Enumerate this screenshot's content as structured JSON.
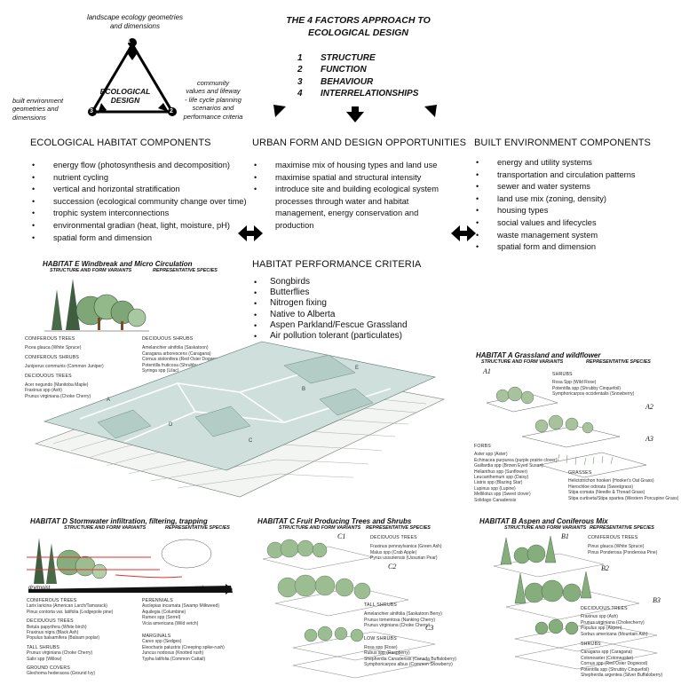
{
  "title": [
    "THE 4 FACTORS APPROACH TO",
    "ECOLOGICAL DESIGN"
  ],
  "factors": [
    {
      "num": "1",
      "label": "STRUCTURE"
    },
    {
      "num": "2",
      "label": "FUNCTION"
    },
    {
      "num": "3",
      "label": "BEHAVIOUR"
    },
    {
      "num": "4",
      "label": "INTERRELATIONSHIPS"
    }
  ],
  "triangle": {
    "center": [
      "ECOLOGICAL",
      "DESIGN"
    ],
    "top": [
      "landscape ecology geometries",
      "and dimensions"
    ],
    "right": [
      "community",
      "values and lifeway",
      "- life cycle planning",
      "scenarios and",
      "performance criteria"
    ],
    "left": [
      "built environment",
      "geometries and",
      "dimensions"
    ],
    "n1": "1",
    "n2": "2",
    "n3": "3"
  },
  "columns": [
    {
      "heading": "ECOLOGICAL HABITAT COMPONENTS",
      "items": [
        "energy flow (photosynthesis and decomposition)",
        "nutrient cycling",
        "vertical and horizontal stratification",
        "succession (ecological community change over time)",
        "trophic system interconnections",
        "environmental gradian (heat, light, moisture, pH)",
        "spatial form and dimension"
      ]
    },
    {
      "heading": "URBAN FORM AND DESIGN OPPORTUNITIES",
      "items": [
        "maximise mix of housing types and land use",
        "maximise spatial and structural intensity",
        "introduce site and building ecological system processes through water and habitat management, energy conservation and production"
      ]
    },
    {
      "heading": "BUILT ENVIRONMENT COMPONENTS",
      "items": [
        "energy and utility systems",
        "transportation and circulation patterns",
        "sewer and water systems",
        "land use mix (zoning, density)",
        "housing types",
        "social values and lifecycles",
        "waste management system",
        "spatial form and dimension"
      ]
    }
  ],
  "performance": {
    "heading": "HABITAT PERFORMANCE CRITERIA",
    "items": [
      "Songbirds",
      "Butterflies",
      "Nitrogen fixing",
      "Native to Alberta",
      "Aspen Parkland/Fescue Grassland",
      "Air pollution tolerant (particulates)"
    ]
  },
  "habitats": {
    "E": {
      "title": "HABITAT E   Windbreak and Micro Circulation",
      "sub1": "STRUCTURE AND FORM VARIANTS",
      "sub2": "REPRESENTATIVE SPECIES",
      "conifers_h": "CONIFEROUS TREES",
      "conifers": [
        "Picea glauca (White Spruce)"
      ],
      "cshrubs_h": "CONIFEROUS SHRUBS",
      "cshrubs": [
        "Juniperus communis (Common Juniper)"
      ],
      "dtrees_h": "DECIDUOUS TREES",
      "dtrees": [
        "Acer negundo (Manitoba Maple)",
        "Fraxinus spp (Ash)",
        "Prunus virginiana (Choke Cherry)"
      ],
      "dshrubs_h": "DECIDUOUS SHRUBS",
      "dshrubs": [
        "Amelanchier alnifolia (Saskatoon)",
        "Caragana arborescens (Caragana)",
        "Cornus stolonifera (Red Osier Dogwood)",
        "Potentilla fruticosa (Shrubby cinquefoil)",
        "Syringa spp (Lilac)"
      ]
    },
    "A": {
      "title": "HABITAT A    Grassland and wildflower",
      "sub1": "STRUCTURE AND FORM VARIANTS",
      "sub2": "REPRESENTATIVE SPECIES",
      "v1": "A1",
      "v2": "A2",
      "v3": "A3",
      "shrubs_h": "SHRUBS",
      "shrubs": [
        "Rosa Spp (Wild Rose)",
        "Potentilla spp (Shrubby Cinquefoil)",
        "Symphoricarpos occidentalis (Snowberry)"
      ],
      "forbs_h": "FORBS",
      "forbs": [
        "Aster spp (Aster)",
        "Echinacea purpurea (purple prairie clover)",
        "Gaillardia spp (Brown Eyed Susan)",
        "Helianthus spp (Sunflower)",
        "Leucanthemum spp (Daisy)",
        "Liatris spp (Blazing Star)",
        "Lupinus spp (Lupine)",
        "Mellilotus spp (Sweet clover)",
        "Solidago Canadensis"
      ],
      "grasses_h": "GRASSES",
      "grasses": [
        "Helictotrichon hookeri (Hooker's Oat Grass)",
        "Hierochloe odorata (Sweetgrass)",
        "Stipa comata (Needle & Thread Grass)",
        "Stipa curtiseta/Stipa spartea (Western Porcupine Grass)"
      ]
    },
    "D": {
      "title": "HABITAT D   Stormwater infiltration, filtering, trapping",
      "sub1": "STRUCTURE AND FORM VARIANTS",
      "sub2": "REPRESENTATIVE SPECIES",
      "dry": "dry/moist",
      "wet": "wet",
      "conifers_h": "CONIFEROUS TREES",
      "conifers": [
        "Larix laricina (American Larch/Tamarack)",
        "Pinus contorta var. latifolia (Lodgepole pine)"
      ],
      "dtrees_h": "DECIDUOUS TREES",
      "dtrees": [
        "Betula papyrifera (White birch)",
        "Fraxinus nigra (Black Ash)",
        "Populus balsamifera (Balsam poplar)"
      ],
      "tshrubs_h": "TALL SHRUBS",
      "tshrubs": [
        "Prunus virginiana (Choke Cherry)",
        "Salix spp (Willow)"
      ],
      "gc_h": "GROUND COVERS",
      "gc": [
        "Glechoma hederacea (Ground Ivy)"
      ],
      "per_h": "PERENNIALS",
      "per": [
        "Asclepias incarnata (Swamp Milkweed)",
        "Aquilegia (Columbine)",
        "Rumex spp (Sorrel)",
        "Vicia americana (Wild vetch)"
      ],
      "mar_h": "MARGINALS",
      "mar": [
        "Carex spp (Sedges)",
        "Eleocharis palustris (Creeping spike-rush)",
        "Juncus nodosus (Knotted rush)",
        "Typha latifolia (Common Cattail)"
      ]
    },
    "C": {
      "title": "HABITAT C   Fruit Producing Trees and Shrubs",
      "sub1": "STRUCTURE AND FORM VARIANTS",
      "sub2": "REPRESENTATIVE SPECIES",
      "v1": "C1",
      "v2": "C2",
      "v3": "C3",
      "dtrees_h": "DECIDUOUS TREES",
      "dtrees": [
        "Fraxinus pennsylvanica (Green Ash)",
        "Malus spp (Crab Apple)",
        "Pyrus ussuriensis (Ussurian Pear)"
      ],
      "tshrubs_h": "TALL SHRUBS",
      "tshrubs": [
        "Amelanchier alnifolia (Saskatoon Berry)",
        "Prunus tomentosa (Nanking Cherry)",
        "Prunus virginiana (Choke Cherry)"
      ],
      "lshrubs_h": "LOW SHRUBS",
      "lshrubs": [
        "Rosa spp (Rose)",
        "Rubus spp (Raspberry)",
        "Shepherdia Canadensis (Canada Buffaloberry)",
        "Symphoricarpos albus (Common Snowberry)"
      ]
    },
    "B": {
      "title": "HABITAT B   Aspen and Coniferous Mix",
      "sub1": "STRUCTURE AND FORM VARIANTS",
      "sub2": "REPRESENTATIVE SPECIES",
      "v1": "B1",
      "v2": "B2",
      "v3": "B3",
      "conifers_h": "CONIFEROUS TREES",
      "conifers": [
        "Pinus glauca (White Spruce)",
        "Pinus Ponderosa (Ponderosa Pine)"
      ],
      "dtrees_h": "DECIDUOUS TREES",
      "dtrees": [
        "Fraxinus spp (Ash)",
        "Prunus virginiana (Chokecherry)",
        "Populus spp (Aspen)",
        "Sorbus americana (Mountain Ash)"
      ],
      "shrubs_h": "SHRUBS",
      "shrubs": [
        "Caragana spp (Caragana)",
        "Cotoneaster (Cotoneaster)",
        "Cornus spp (Red Osier Dogwood)",
        "Potentilla spp (Shrubby Cinquefoil)",
        "Shepherdia argentea (Silver Buffaloberry)"
      ]
    }
  },
  "colors": {
    "plate": "#cfe0dc",
    "tree": "#5f8a5a",
    "trunk": "#7a4a2a",
    "water": "#e03030"
  }
}
